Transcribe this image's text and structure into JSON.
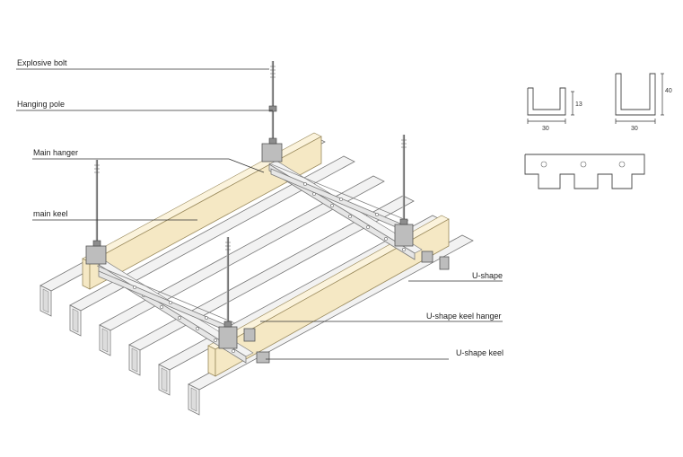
{
  "labels": {
    "explosive_bolt": "Explosive bolt",
    "hanging_pole": "Hanging pole",
    "main_hanger": "Main hanger",
    "main_keel": "main keel",
    "u_shape": "U-shape",
    "u_shape_keel_hanger": "U-shape keel hanger",
    "u_shape_keel": "U-shape keel"
  },
  "dimensions": {
    "profile_small_height": "13",
    "profile_small_width": "30",
    "profile_large_height": "40",
    "profile_large_width": "30"
  }
}
